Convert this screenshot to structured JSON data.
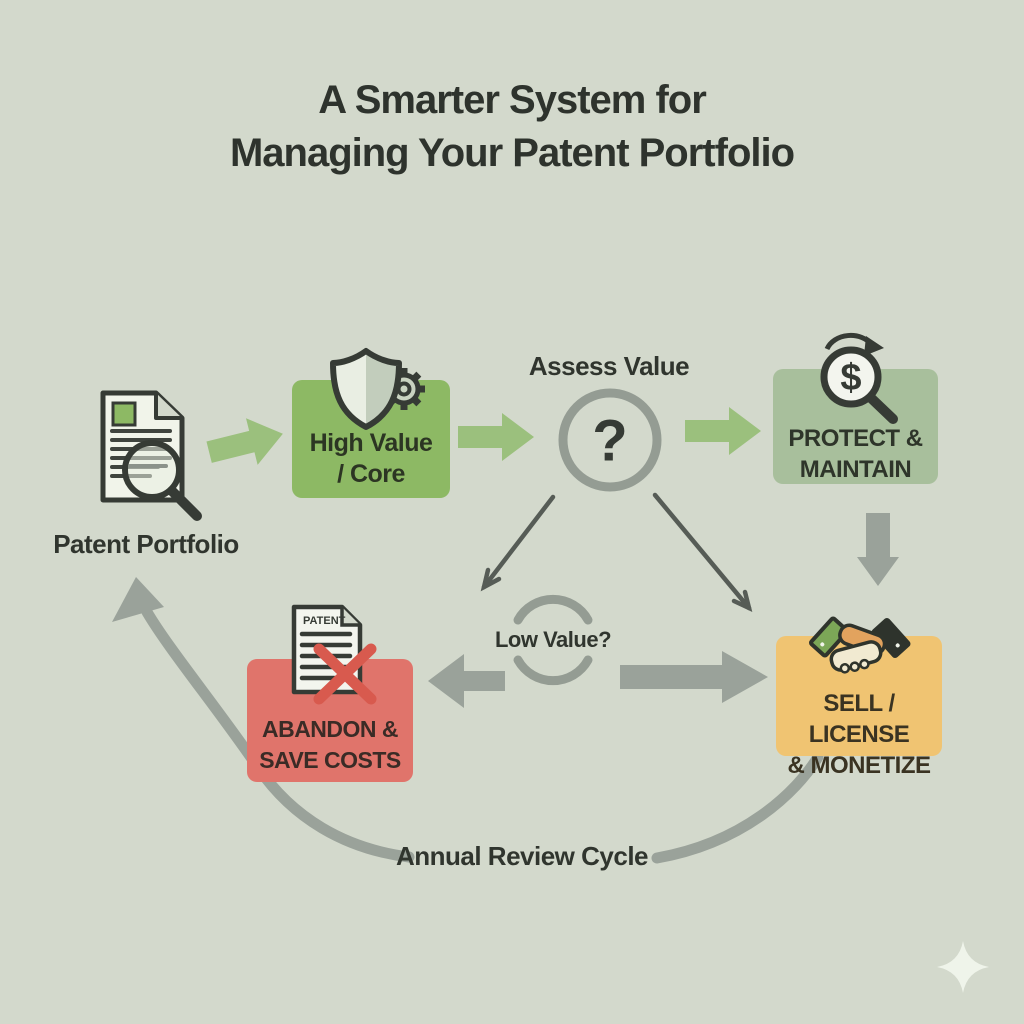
{
  "title": {
    "line1": "A Smarter System for",
    "line2": "Managing Your Patent Portfolio"
  },
  "flow": {
    "patent_portfolio_label": "Patent Portfolio",
    "high_value": {
      "line1": "High Value",
      "line2": "/ Core"
    },
    "assess_value_label": "Assess Value",
    "assess_symbol": "?",
    "protect": {
      "line1": "PROTECT &",
      "line2": "MAINTAIN"
    },
    "sell": {
      "line1": "SELL / LICENSE",
      "line2": "& MONETIZE"
    },
    "abandon": {
      "line1": "ABANDON &",
      "line2": "SAVE COSTS"
    },
    "low_value_label": "Low Value?",
    "annual_review_label": "Annual Review Cycle"
  },
  "icons": {
    "patent_document_icon": "document-with-magnifier",
    "shield_gear_icon": "shield-with-gear",
    "question_icon": "question-mark-circle",
    "dollar_magnifier_icon": "dollar-magnifier-with-refresh",
    "handshake_icon": "handshake",
    "abandoned_patent_icon": "patent-document-crossed-out",
    "sparkle_icon": "four-point-sparkle",
    "patent_doc_text": "PATENT",
    "dollar_symbol": "$"
  },
  "colors": {
    "background": "#d3d9cc",
    "text_dark": "#2f342e",
    "box_green": "#8db964",
    "box_sage": "#a8bf9c",
    "box_yellow": "#f0c472",
    "box_red": "#e0746b",
    "arrow_green": "#9bc07d",
    "arrow_gray": "#9aa29a",
    "thin_arrow": "#565c56",
    "red_x": "#d85a4e"
  }
}
